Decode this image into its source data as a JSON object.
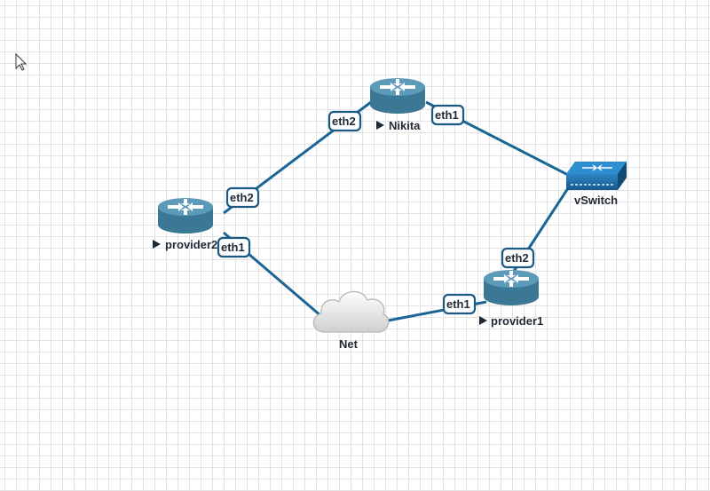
{
  "topology": {
    "nodes": {
      "nikita": {
        "label": "Nikita",
        "icon": "router-icon",
        "has_console_arrow": true
      },
      "provider2": {
        "label": "provider2",
        "icon": "router-icon",
        "has_console_arrow": true
      },
      "provider1": {
        "label": "provider1",
        "icon": "router-icon",
        "has_console_arrow": true
      },
      "vswitch": {
        "label": "vSwitch",
        "icon": "switch-icon",
        "has_console_arrow": false
      },
      "net": {
        "label": "Net",
        "icon": "cloud-icon",
        "has_console_arrow": false
      }
    },
    "links": [
      {
        "from": "provider2",
        "from_port": "eth2",
        "to": "nikita",
        "to_port": "eth2"
      },
      {
        "from": "nikita",
        "from_port": "eth1",
        "to": "vswitch",
        "to_port": ""
      },
      {
        "from": "vswitch",
        "from_port": "",
        "to": "provider1",
        "to_port": "eth2"
      },
      {
        "from": "provider1",
        "from_port": "eth1",
        "to": "net",
        "to_port": ""
      },
      {
        "from": "net",
        "from_port": "",
        "to": "provider2",
        "to_port": "eth1"
      }
    ],
    "ports": {
      "nikita_eth2": "eth2",
      "nikita_eth1": "eth1",
      "provider2_eth2": "eth2",
      "provider2_eth1": "eth1",
      "provider1_eth2": "eth2",
      "provider1_eth1": "eth1"
    }
  },
  "colors": {
    "link": "#1a6496",
    "router": "#3b7895",
    "switch": "#1f6ea6",
    "grid": "#e3e3e3",
    "background": "#ffffff"
  },
  "cursor": {
    "icon": "mouse-pointer-icon"
  }
}
